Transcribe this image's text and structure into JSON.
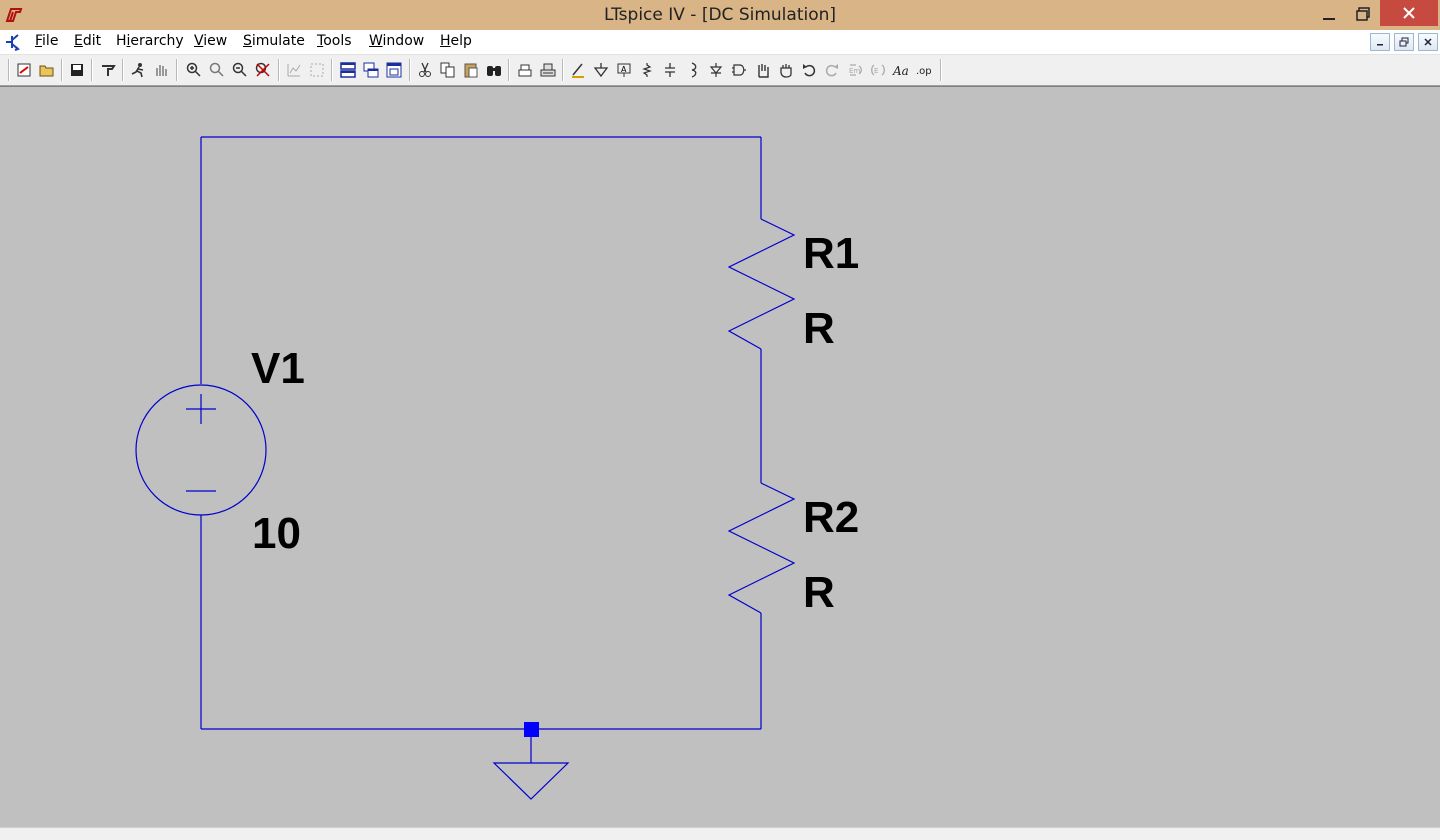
{
  "window": {
    "title": "LTspice IV - [DC Simulation]"
  },
  "menu": [
    {
      "label": "File",
      "accel": "F",
      "rest": "ile"
    },
    {
      "label": "Edit",
      "accel": "E",
      "rest": "dit"
    },
    {
      "label": "Hierarchy",
      "pre": "H",
      "accel": "i",
      "rest": "erarchy"
    },
    {
      "label": "View",
      "accel": "V",
      "rest": "iew"
    },
    {
      "label": "Simulate",
      "accel": "S",
      "rest": "imulate"
    },
    {
      "label": "Tools",
      "accel": "T",
      "rest": "ools"
    },
    {
      "label": "Window",
      "accel": "W",
      "rest": "indow"
    },
    {
      "label": "Help",
      "accel": "H",
      "rest": "elp"
    }
  ],
  "toolbar_icons": [
    "new-schematic-icon",
    "open-icon",
    "save-icon",
    "control-panel-icon",
    "run-icon",
    "halt-icon",
    "zoom-in-icon",
    "zoom-fit-icon",
    "zoom-out-icon",
    "zoom-cancel-icon",
    "autorange-icon",
    "grid-icon",
    "tile-horizontal-icon",
    "cascade-icon",
    "tile-vertical-icon",
    "cut-icon",
    "copy-icon",
    "paste-icon",
    "find-icon",
    "print-preview-icon",
    "print-icon",
    "wire-icon",
    "ground-icon",
    "label-net-icon",
    "resistor-icon",
    "capacitor-icon",
    "inductor-icon",
    "diode-icon",
    "component-icon",
    "move-icon",
    "drag-icon",
    "undo-icon",
    "redo-icon",
    "rotate-icon",
    "mirror-icon",
    "text-icon",
    "spice-directive-icon"
  ],
  "schematic": {
    "source": {
      "name": "V1",
      "value": "10"
    },
    "resistors": [
      {
        "name": "R1",
        "value": "R"
      },
      {
        "name": "R2",
        "value": "R"
      }
    ],
    "wire_color": "#0000cc",
    "node_color": "#0000ff",
    "background": "#c0c0c0"
  },
  "colors": {
    "titlebar": "#d8b487",
    "close_button": "#c74a41"
  }
}
